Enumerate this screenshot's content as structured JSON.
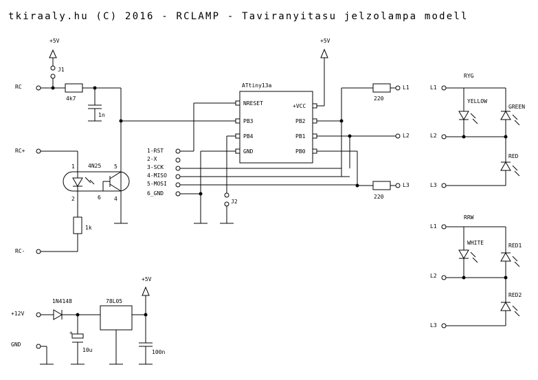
{
  "title": "tkiraaly.hu (C) 2016 - RCLAMP - Taviranyitasu jelzolampa modell",
  "power": {
    "vcc1": "+5V",
    "j1": "J1",
    "vcc2": "+5V",
    "vcc3": "+5V"
  },
  "inputs": {
    "rc": "RC",
    "rc_plus": "RC+",
    "rc_minus": "RC-",
    "v12": "+12V",
    "gnd": "GND"
  },
  "parts": {
    "r_4k7": "4k7",
    "c_1n": "1n",
    "optocoupler": "4N25",
    "opto_pins": [
      "1",
      "2",
      "5",
      "4",
      "6"
    ],
    "r_1k": "1k",
    "diode": "1N4148",
    "cap_plus": "+",
    "c_10u": "10u",
    "regulator": "78L05",
    "c_100n": "100n",
    "r_220_top": "220",
    "r_220_bottom": "220"
  },
  "mcu": {
    "name": "ATtiny13a",
    "left_pins": [
      "NRESET",
      "PB3",
      "PB4",
      "GND"
    ],
    "right_pins": [
      "+VCC",
      "PB2",
      "PB1",
      "PB0"
    ]
  },
  "header": {
    "pins": [
      "1-RST",
      "2-X",
      "3-SCK",
      "4-MISO",
      "5-MOSI",
      "6_GND"
    ],
    "j2": "J2"
  },
  "outputs": {
    "l1": "L1",
    "l2": "L2",
    "l3": "L3"
  },
  "lamp_ryg": {
    "title": "RYG",
    "t_l1": "L1",
    "t_l2": "L2",
    "t_l3": "L3",
    "led_yellow": "YELLOW",
    "led_green": "GREEN",
    "led_red": "RED"
  },
  "lamp_rrw": {
    "title": "RRW",
    "t_l1": "L1",
    "t_l2": "L2",
    "t_l3": "L3",
    "led_white": "WHITE",
    "led_red1": "RED1",
    "led_red2": "RED2"
  }
}
